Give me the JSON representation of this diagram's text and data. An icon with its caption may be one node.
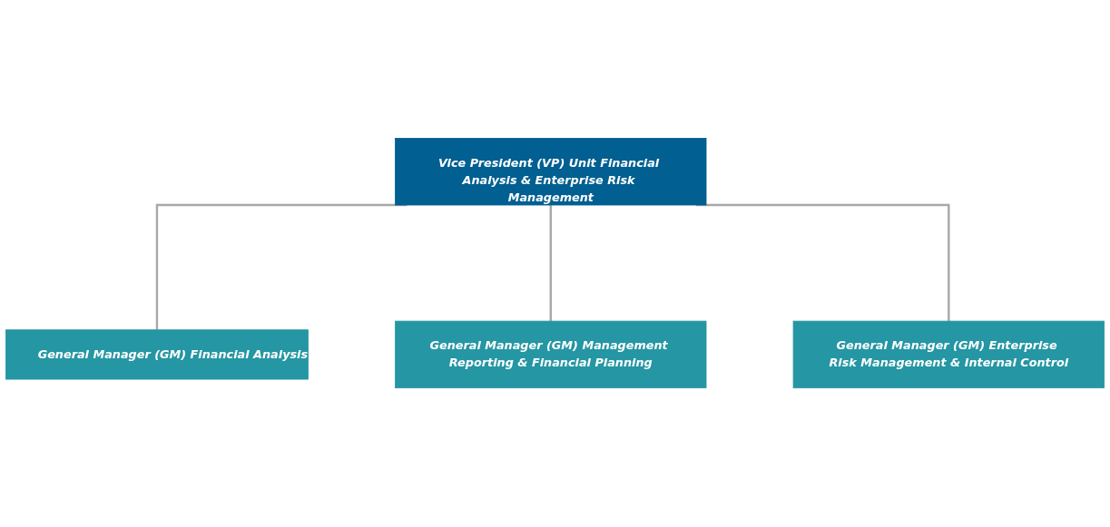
{
  "diagram": {
    "nodes": [
      {
        "text": [
          "Vice President (VP) Unit Financial Analysis & Enterprise Risk Management"
        ]
      },
      {
        "text": [
          "General Manager (GM) Financial Analysis"
        ]
      },
      {
        "text": [
          "General Manager (GM) Management Reporting & Financial Planning"
        ]
      },
      {
        "text": [
          "General Manager (GM) Enterprise Risk Management & Internal Control"
        ]
      }
    ],
    "edges": [
      {
        "from": 0,
        "to": 1,
        "arrow": "none"
      },
      {
        "from": 0,
        "to": 2,
        "arrow": "none"
      },
      {
        "from": 0,
        "to": 3,
        "arrow": "none"
      }
    ]
  }
}
